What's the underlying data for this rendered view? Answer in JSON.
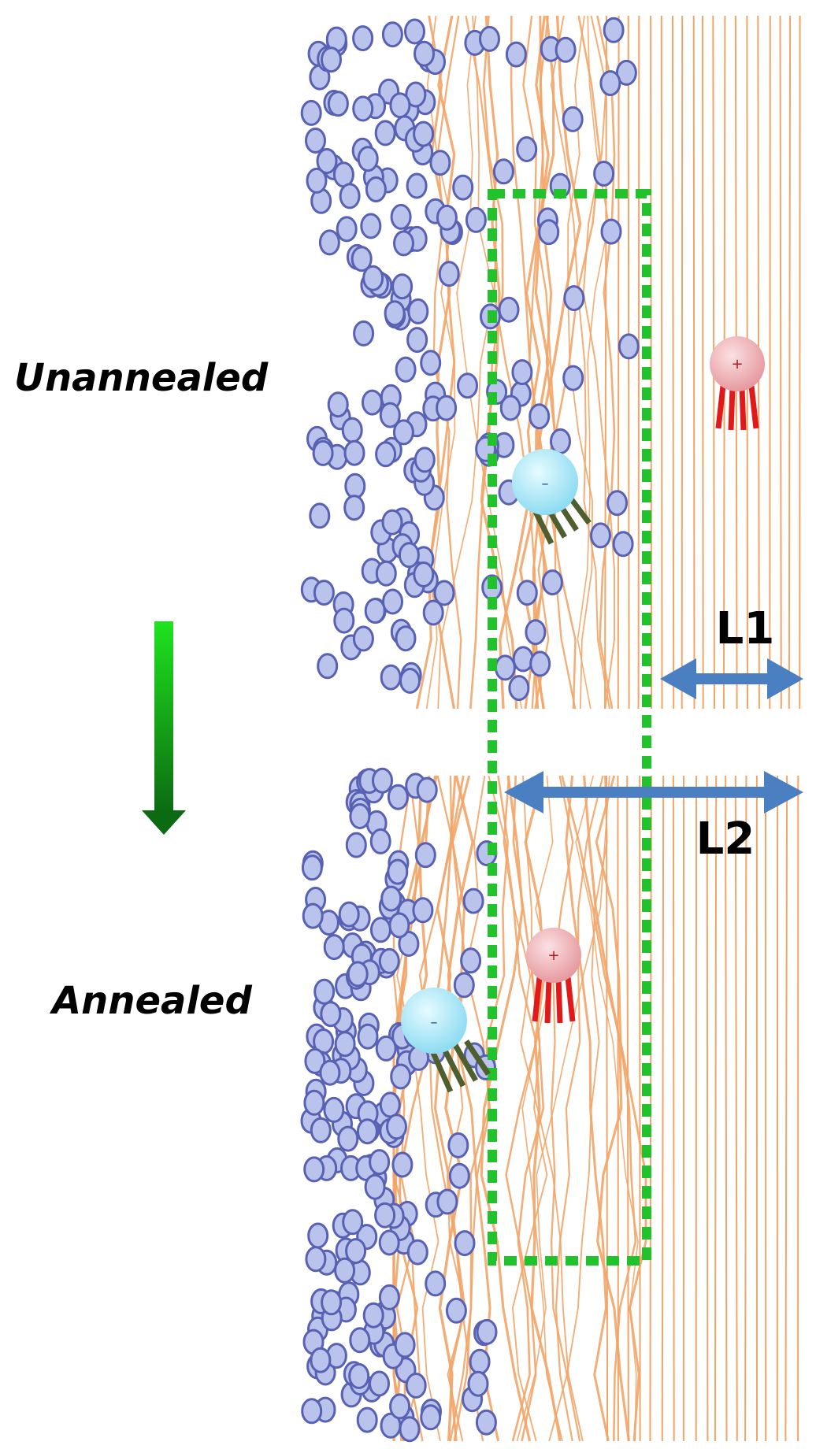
{
  "labels": {
    "unannealed": "Unannealed",
    "annealed": "Annealed",
    "l1": "L1",
    "l2": "L2"
  },
  "ions": {
    "anion_sign": "–",
    "cation_sign": "+"
  },
  "colors": {
    "particle_fill": "#b9c3ec",
    "particle_stroke": "#5961b3",
    "fiber": "#f2a568",
    "highlight_box": "#22c22c",
    "measure_arrow": "#4a7fc1",
    "transition_arrow": "#11a318",
    "anion_fill": "#a3e7f7",
    "anion_tail": "#4f5e2e",
    "cation_fill": "#f0b4b8",
    "cation_tail": "#e01a1a"
  },
  "icons": {
    "transition": "down-arrow-icon",
    "measure": "double-headed-arrow-icon"
  }
}
